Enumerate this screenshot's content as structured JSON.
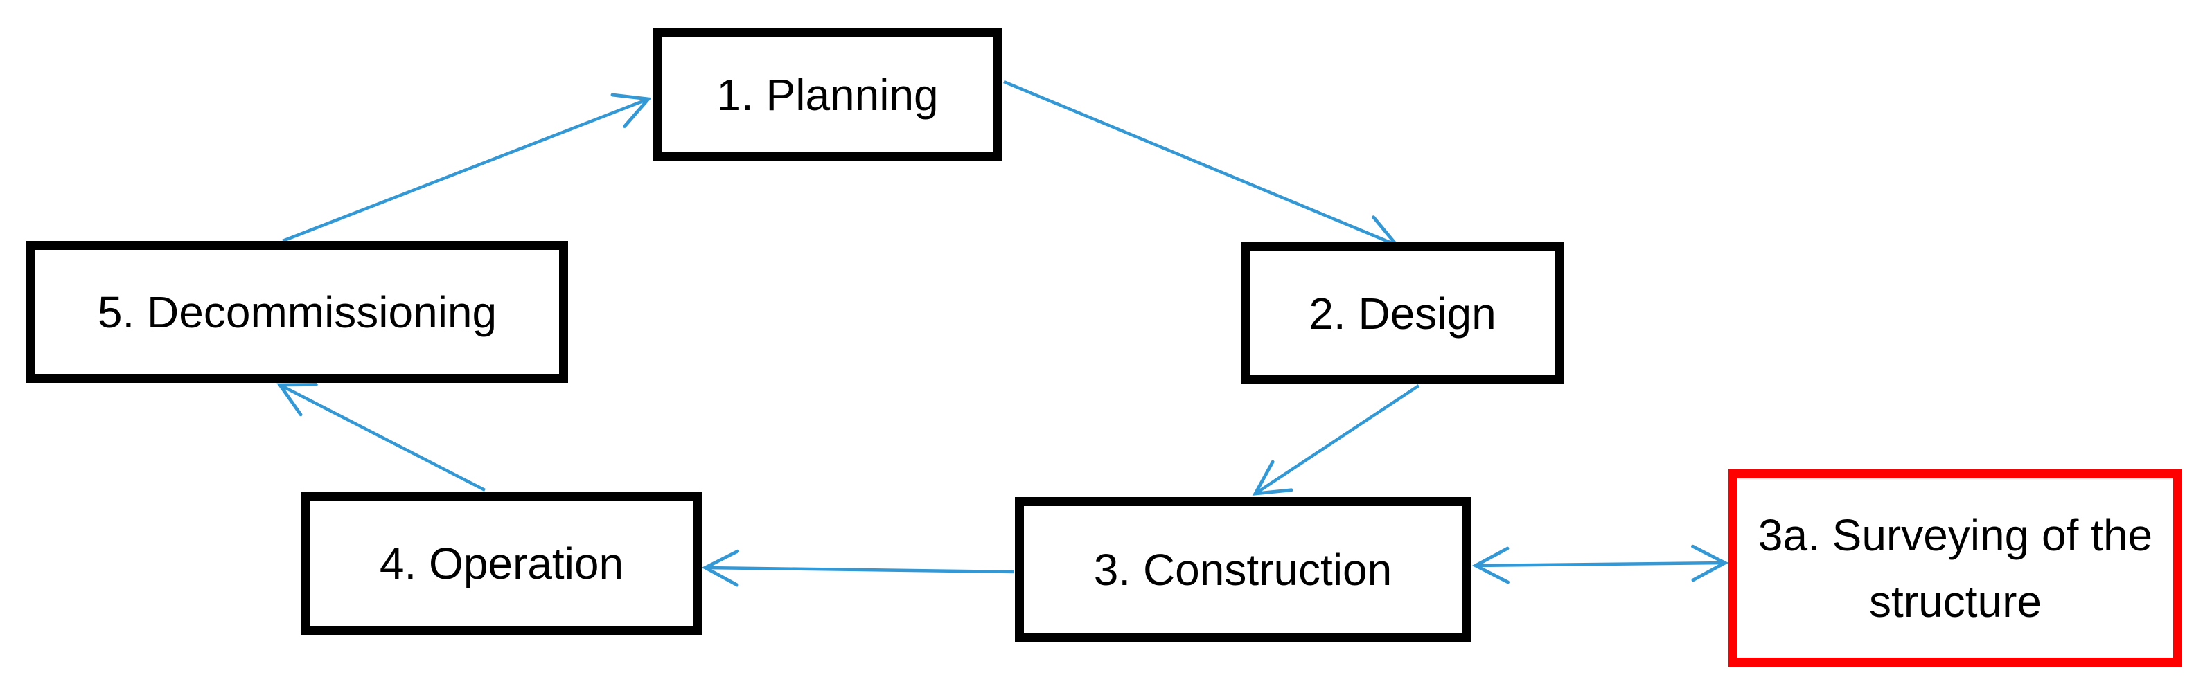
{
  "diagram": {
    "description": "Structure lifecycle flow diagram",
    "colors": {
      "arrow": "#3498d5",
      "box_border": "#000000",
      "highlight_border": "#fe0000",
      "text": "#000000",
      "background": "#ffffff"
    },
    "nodes": {
      "planning": {
        "label": "1. Planning",
        "highlighted": false
      },
      "design": {
        "label": "2. Design",
        "highlighted": false
      },
      "construction": {
        "label": "3. Construction",
        "highlighted": false
      },
      "operation": {
        "label": "4. Operation",
        "highlighted": false
      },
      "decommissioning": {
        "label": "5. Decommissioning",
        "highlighted": false
      },
      "surveying": {
        "label": "3a. Surveying of the structure",
        "highlighted": true
      }
    },
    "edges": [
      {
        "from": "5. Decommissioning",
        "to": "1. Planning",
        "bidirectional": false
      },
      {
        "from": "1. Planning",
        "to": "2. Design",
        "bidirectional": false
      },
      {
        "from": "2. Design",
        "to": "3. Construction",
        "bidirectional": false
      },
      {
        "from": "3. Construction",
        "to": "4. Operation",
        "bidirectional": false
      },
      {
        "from": "4. Operation",
        "to": "5. Decommissioning",
        "bidirectional": false
      },
      {
        "from": "3. Construction",
        "to": "3a. Surveying of the structure",
        "bidirectional": true
      }
    ]
  }
}
